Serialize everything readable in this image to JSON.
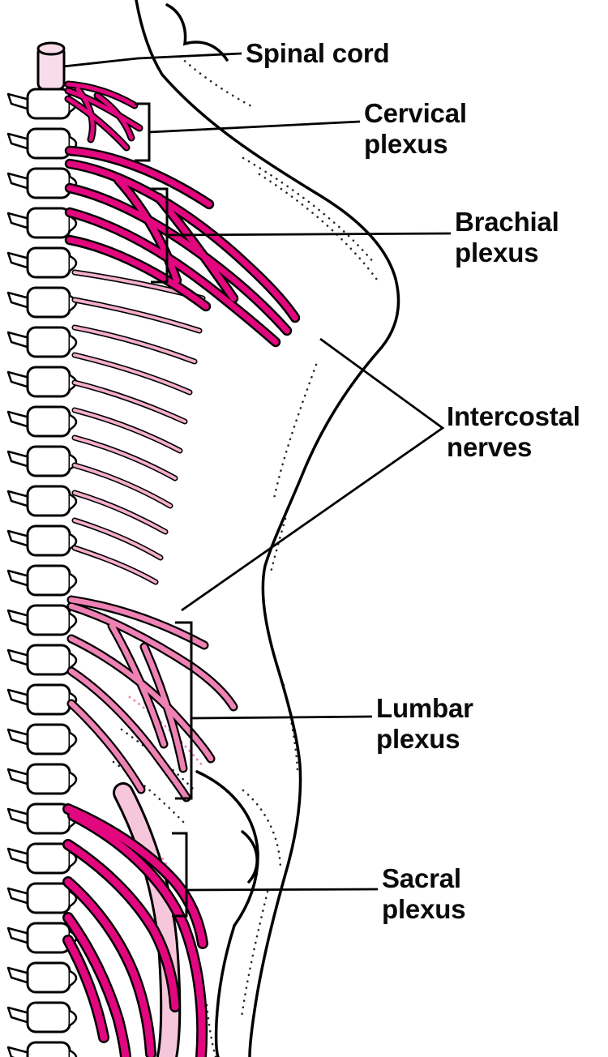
{
  "diagram": {
    "type": "anatomical-diagram",
    "subject": "Spinal cord and spinal nerve plexuses, lateral view",
    "colors": {
      "outline": "#000000",
      "deep_pink": "#e2067f",
      "medium_pink": "#ee82b4",
      "light_pink": "#f4aecb",
      "pale_pink": "#f6c6da",
      "bone_fill": "#ffffff",
      "cord_fill": "#f9dcea",
      "background": "#ffffff"
    },
    "labels": [
      {
        "id": "spinal-cord",
        "lines": [
          "Spinal cord"
        ]
      },
      {
        "id": "cervical-plexus",
        "lines": [
          "Cervical",
          "plexus"
        ]
      },
      {
        "id": "brachial-plexus",
        "lines": [
          "Brachial",
          "plexus"
        ]
      },
      {
        "id": "intercostal-nerves",
        "lines": [
          "Intercostal",
          "nerves"
        ]
      },
      {
        "id": "lumbar-plexus",
        "lines": [
          "Lumbar",
          "plexus"
        ]
      },
      {
        "id": "sacral-plexus",
        "lines": [
          "Sacral",
          "plexus"
        ]
      }
    ]
  }
}
